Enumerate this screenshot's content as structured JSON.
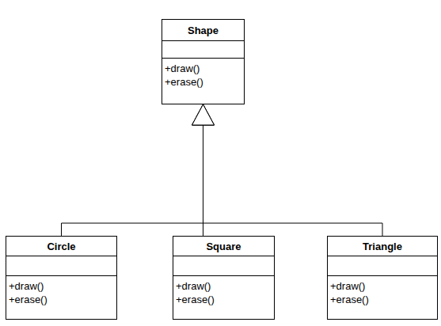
{
  "diagram": {
    "nodes": [
      {
        "text": [
          "Shape",
          "+draw()",
          "+erase()"
        ]
      },
      {
        "text": [
          "Circle",
          "+draw()",
          "+erase()"
        ]
      },
      {
        "text": [
          "Square",
          "+draw()",
          "+erase()"
        ]
      },
      {
        "text": [
          "Triangle",
          "+draw()",
          "+erase()"
        ]
      }
    ],
    "edges": [
      {
        "from": 1,
        "to": 0,
        "arrow": "to"
      },
      {
        "from": 2,
        "to": 0,
        "arrow": "to"
      },
      {
        "from": 3,
        "to": 0,
        "arrow": "to"
      }
    ]
  }
}
